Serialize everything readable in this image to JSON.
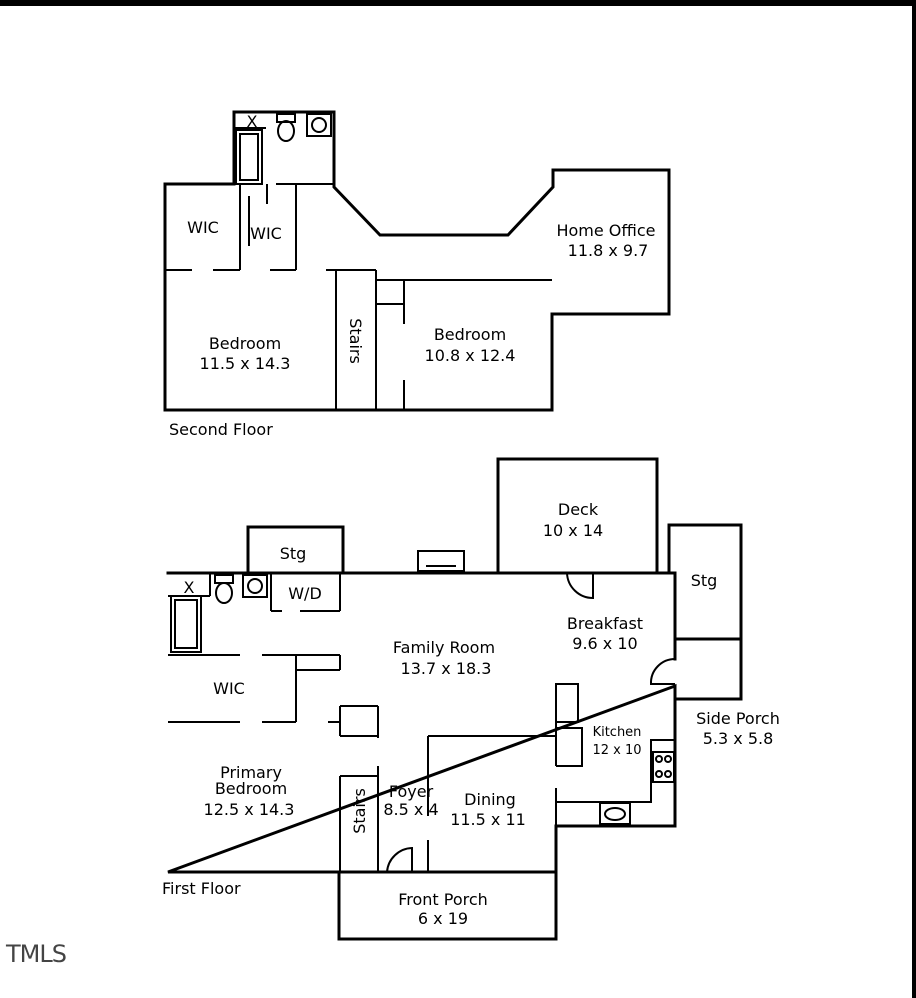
{
  "floors": {
    "second": {
      "label": "Second Floor",
      "rooms": {
        "wic1": "WIC",
        "wic2": "WIC",
        "home_office_name": "Home Office",
        "home_office_dim": "11.8 x 9.7",
        "bedroom_left_name": "Bedroom",
        "bedroom_left_dim": "11.5 x 14.3",
        "stairs": "Stairs",
        "bedroom_right_name": "Bedroom",
        "bedroom_right_dim": "10.8 x 12.4",
        "closet_x": "X"
      }
    },
    "first": {
      "label": "First Floor",
      "rooms": {
        "storage_top": "Stg",
        "storage_right": "Stg",
        "wd": "W/D",
        "closet_x": "X",
        "deck_name": "Deck",
        "deck_dim": "10 x 14",
        "family_name": "Family Room",
        "family_dim": "13.7 x 18.3",
        "breakfast_name": "Breakfast",
        "breakfast_dim": "9.6 x 10",
        "wic": "WIC",
        "kitchen_name": "Kitchen",
        "kitchen_dim": "12 x 10",
        "side_porch_name": "Side Porch",
        "side_porch_dim": "5.3 x 5.8",
        "primary_line1": "Primary",
        "primary_line2": "Bedroom",
        "primary_dim": "12.5 x 14.3",
        "stairs": "Stairs",
        "foyer_name": "Foyer",
        "foyer_dim": "8.5 x 4",
        "dining_name": "Dining",
        "dining_dim": "11.5 x 11",
        "front_porch_name": "Front Porch",
        "front_porch_dim": "6 x 19"
      }
    }
  },
  "logo_text": "TMLS"
}
